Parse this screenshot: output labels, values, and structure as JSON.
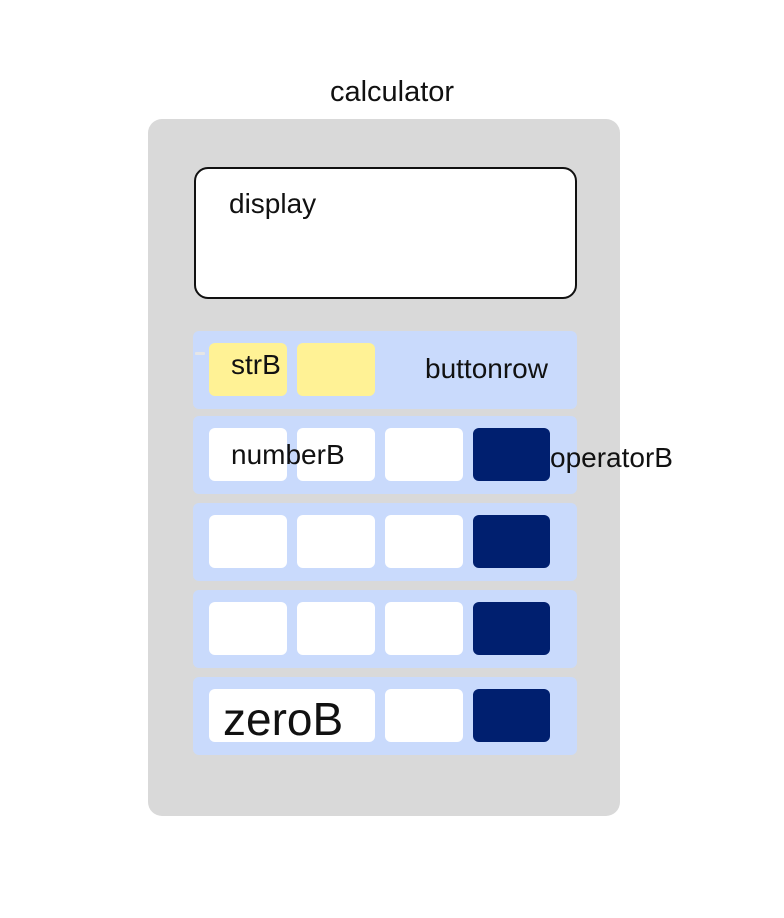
{
  "diagram": {
    "title": "calculator",
    "display_label": "display",
    "button_row_label": "buttonrow",
    "string_button_label": "strB",
    "number_button_label": "numberB",
    "operator_button_label": "operatorB",
    "zero_button_label": "zeroB"
  },
  "colors": {
    "frame": "#d9d9d9",
    "row": "#c9dafc",
    "number_button": "#ffffff",
    "string_button": "#fff295",
    "operator_button": "#001f6f"
  }
}
